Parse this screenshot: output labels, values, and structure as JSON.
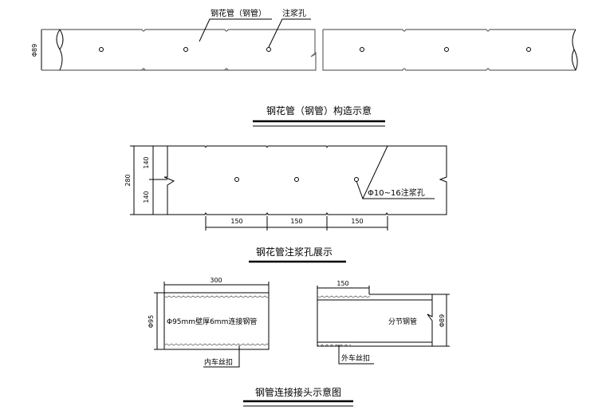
{
  "fig1": {
    "label_pipe": "钢花管（钢管）",
    "label_hole": "注浆孔",
    "dim_diameter": "Φ89",
    "title": "钢花管（钢管）构造示意"
  },
  "fig2": {
    "dim_total": "280",
    "dim_upper": "140",
    "dim_lower": "140",
    "spacings": [
      "150",
      "150",
      "150"
    ],
    "hole_label": "Φ10~16注浆孔",
    "title": "钢花管注浆孔展示"
  },
  "fig3": {
    "left_dim_length": "300",
    "left_dim_diameter": "Φ95",
    "left_text": "Φ95mm壁厚6mm连接钢管",
    "left_thread": "内车丝扣",
    "right_dim_length": "150",
    "right_dim_diameter": "Φ89",
    "right_text": "分节钢管",
    "right_thread": "外车丝扣",
    "title": "钢管连接接头示意图"
  }
}
